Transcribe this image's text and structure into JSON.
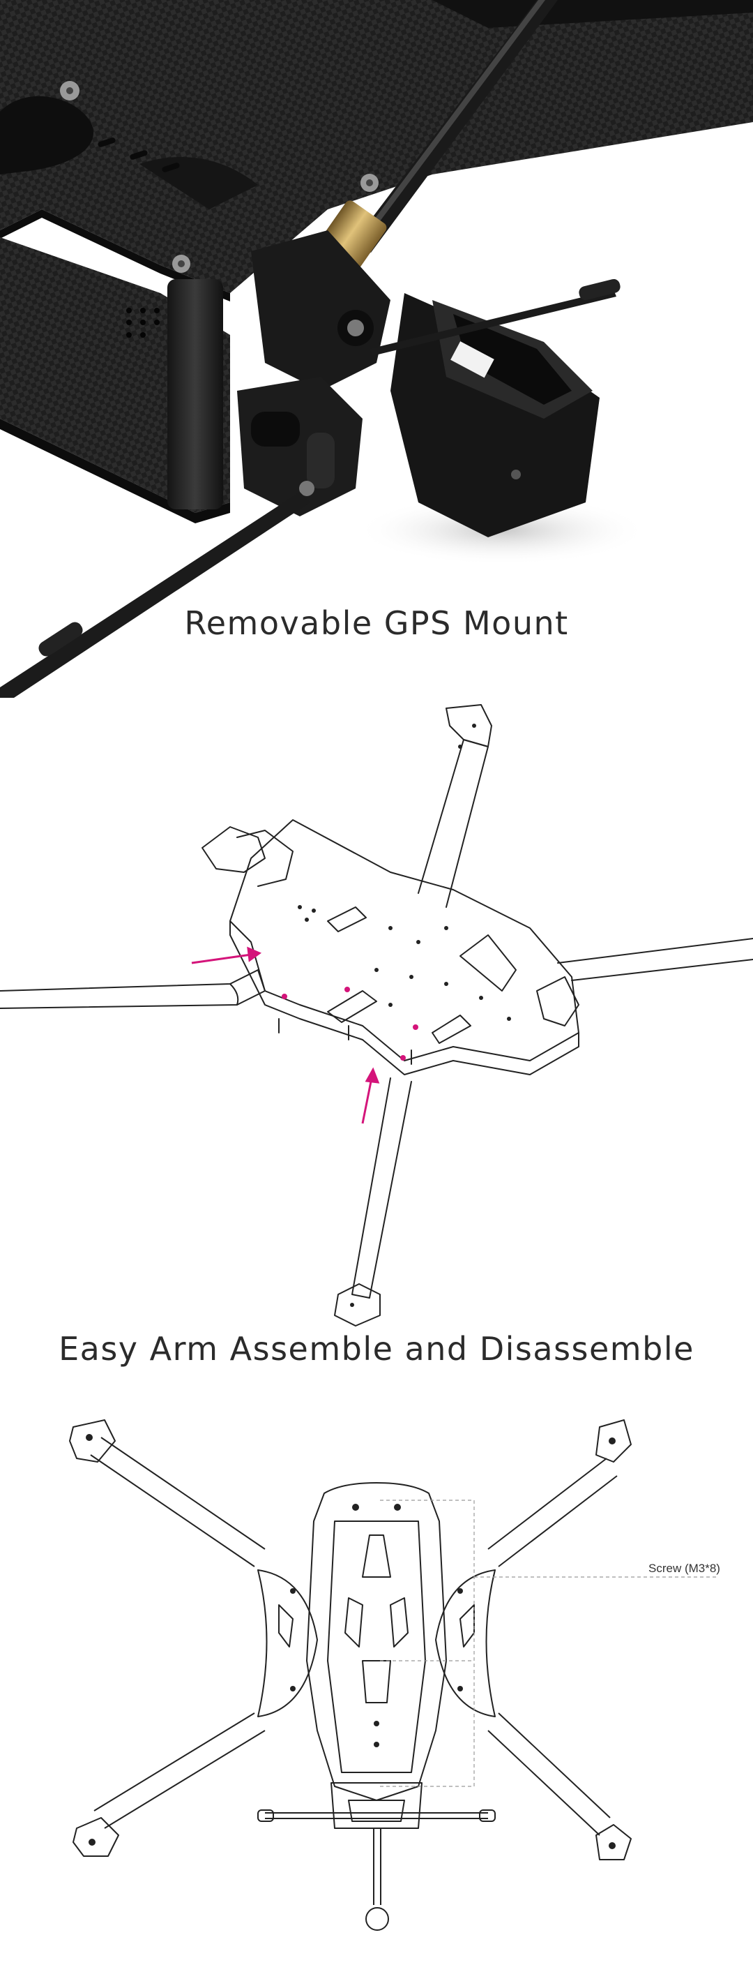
{
  "sections": {
    "gps_mount": {
      "caption": "Removable GPS Mount"
    },
    "arm_assembly": {
      "caption": "Easy Arm Assemble and Disassemble"
    },
    "top_view": {
      "screw_label": "Screw (M3*8)"
    }
  },
  "colors": {
    "carbon": "#1c1c1c",
    "carbon_light": "#3a3a3a",
    "brass": "#b8924a",
    "arrow": "#d4147a",
    "line_drawing": "#222222"
  },
  "icons": [
    "carbon-frame-render",
    "gps-mount-render",
    "arm-exploded-drawing",
    "assembly-arrow-icon",
    "frame-top-view-drawing"
  ]
}
